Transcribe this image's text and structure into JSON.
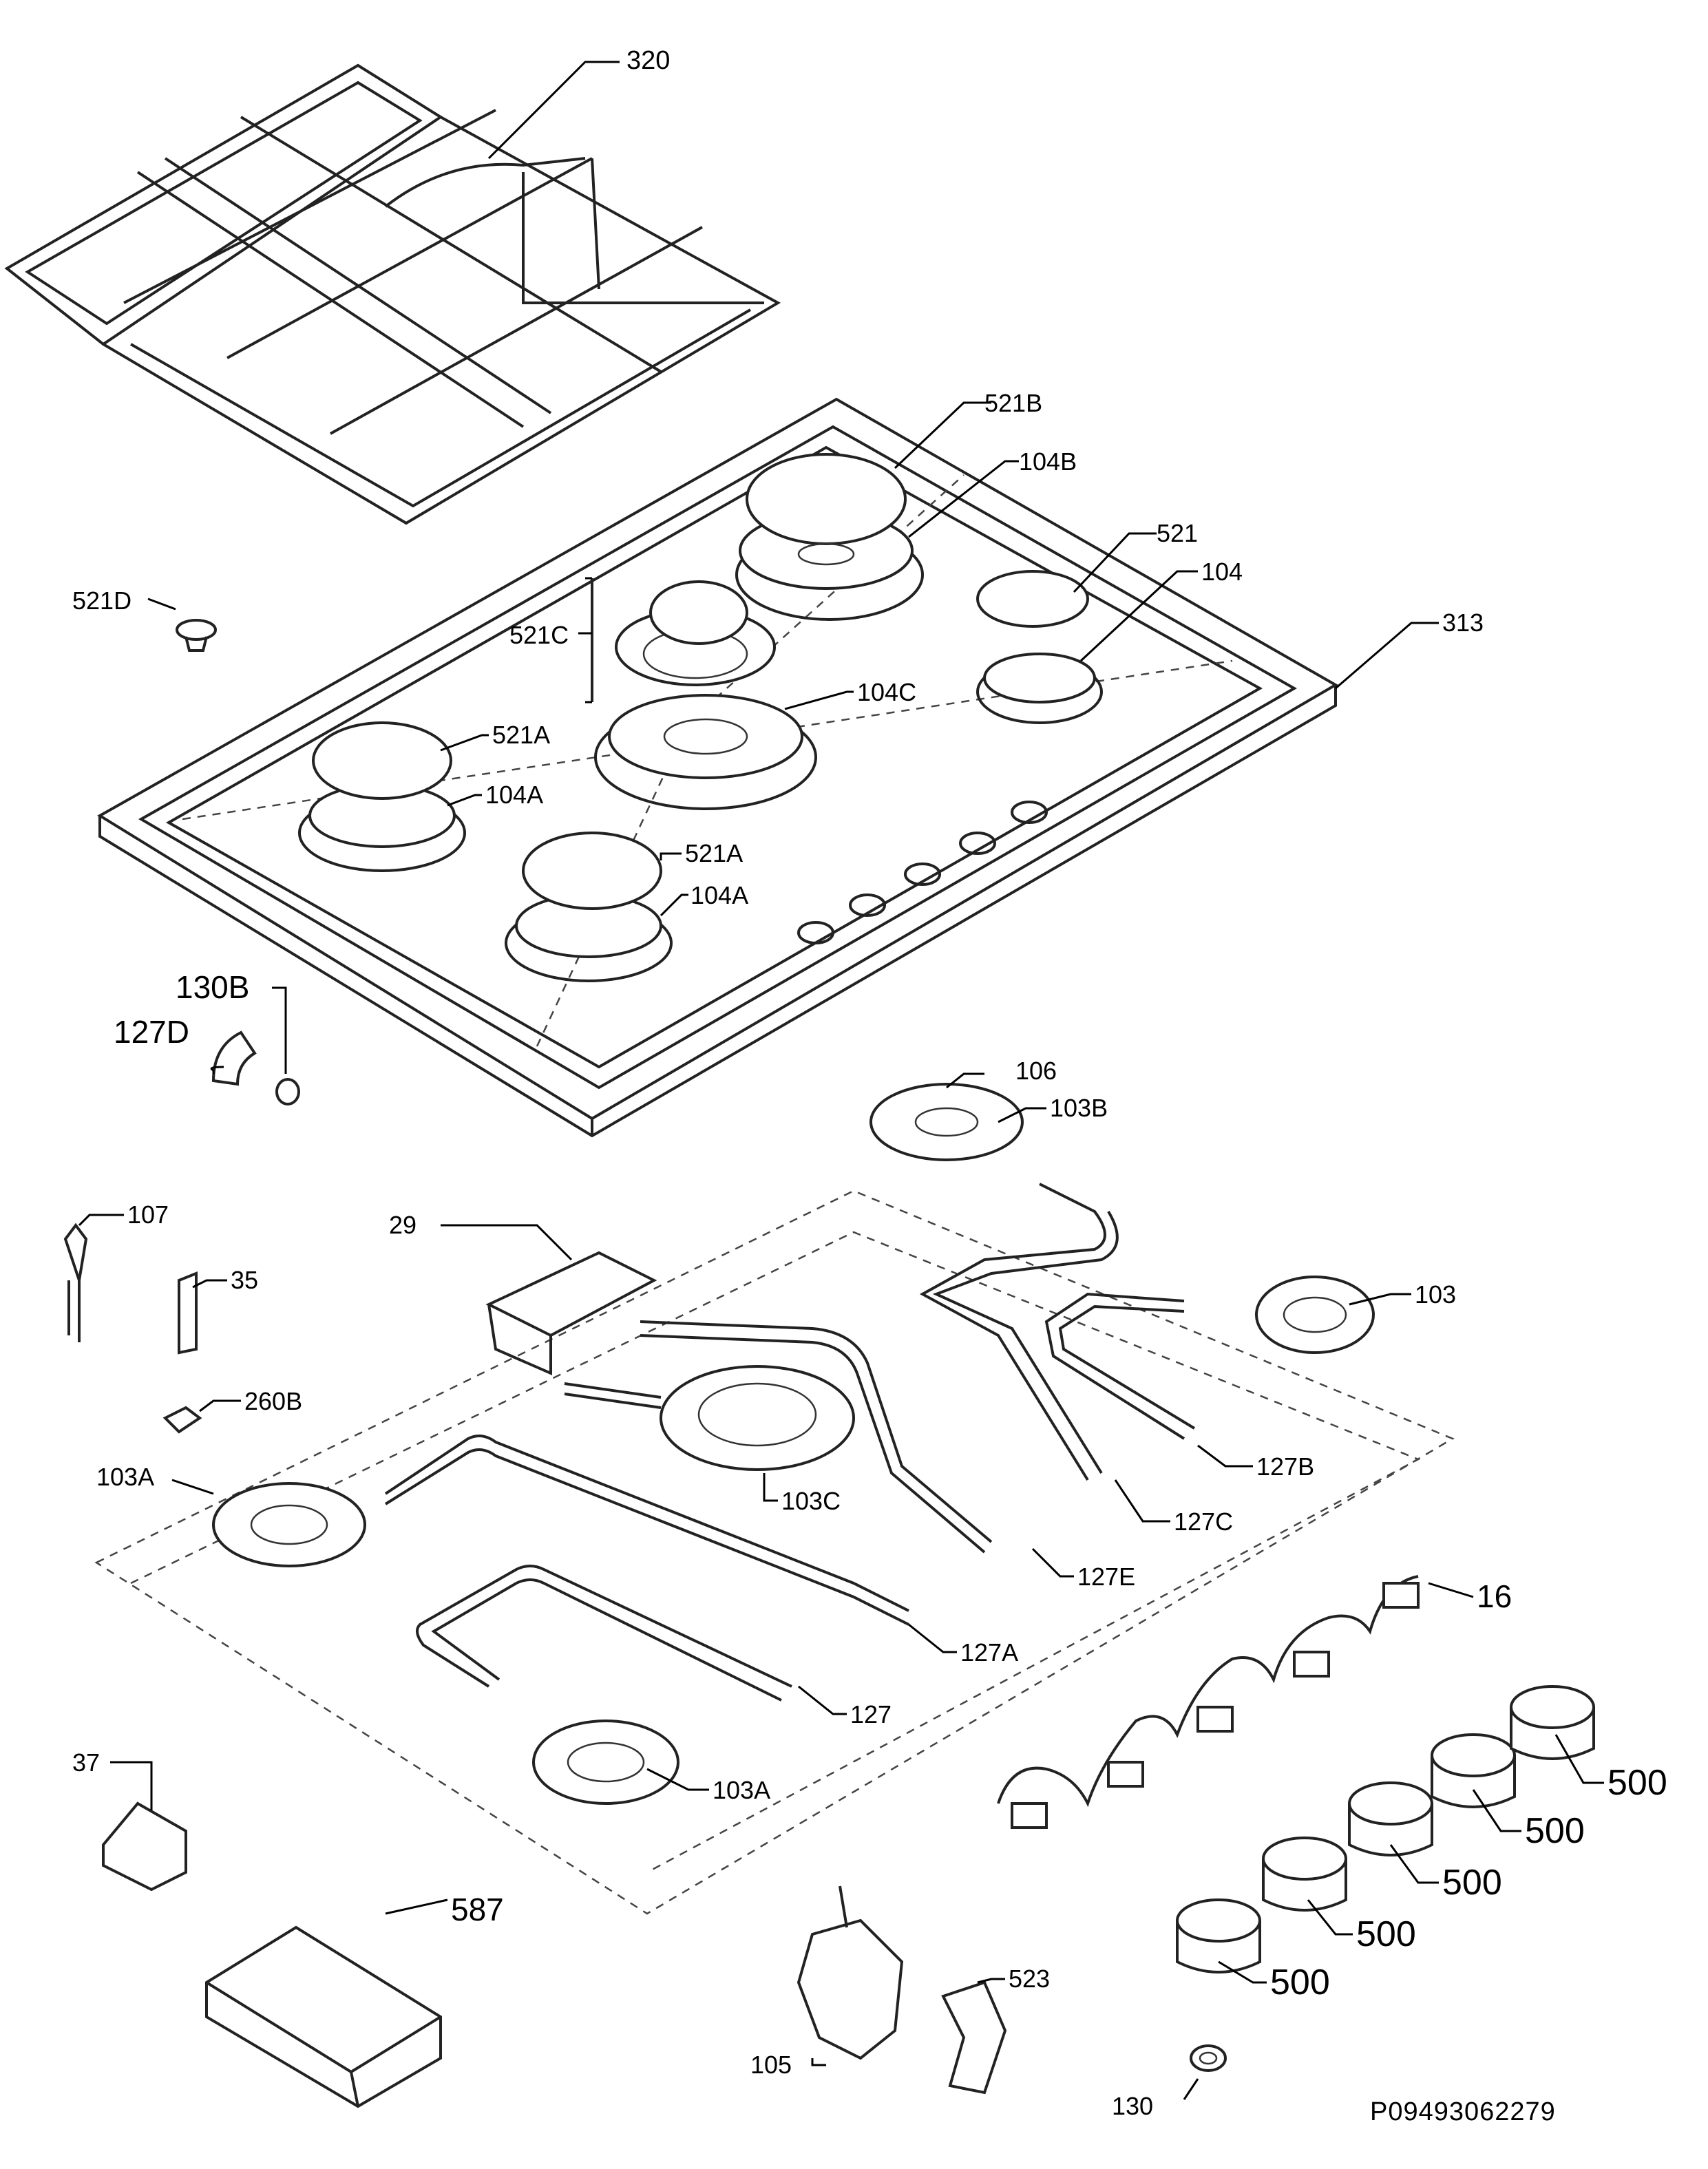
{
  "diagram": {
    "reference_code": "P09493062279",
    "part_labels": {
      "p320": "320",
      "p521B": "521B",
      "p104B": "104B",
      "p521": "521",
      "p104": "104",
      "p313": "313",
      "p521D": "521D",
      "p521C": "521C",
      "p104C": "104C",
      "p521A_1": "521A",
      "p104A_1": "104A",
      "p521A_2": "521A",
      "p104A_2": "104A",
      "p130B": "130B",
      "p127D": "127D",
      "p106": "106",
      "p103B": "103B",
      "p107": "107",
      "p29": "29",
      "p35": "35",
      "p103": "103",
      "p260B": "260B",
      "p127B": "127B",
      "p103A_1": "103A",
      "p103C": "103C",
      "p127C": "127C",
      "p127E": "127E",
      "p16": "16",
      "p127A": "127A",
      "p127": "127",
      "p37": "37",
      "p103A_2": "103A",
      "p500_1": "500",
      "p500_2": "500",
      "p500_3": "500",
      "p500_4": "500",
      "p500_5": "500",
      "p587": "587",
      "p523": "523",
      "p105": "105",
      "p130": "130"
    }
  }
}
